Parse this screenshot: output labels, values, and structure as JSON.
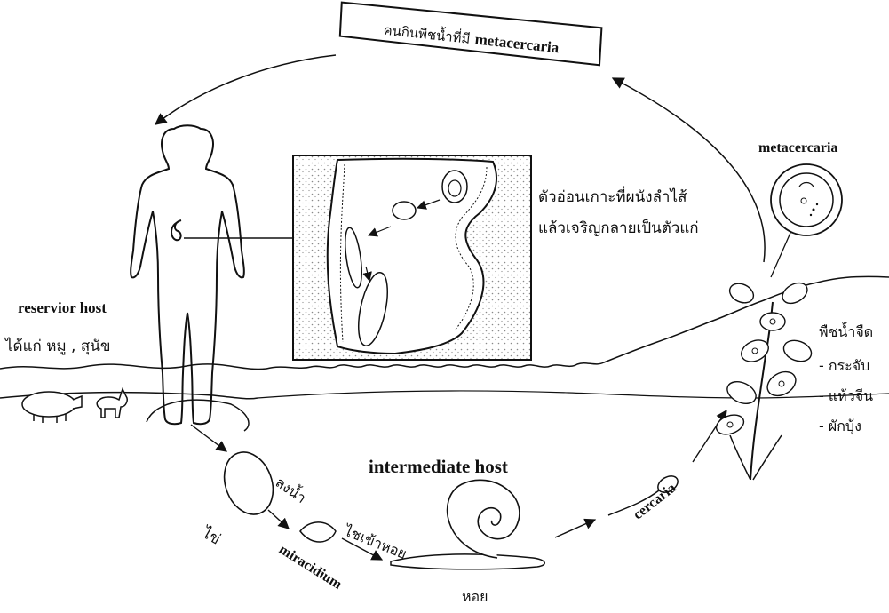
{
  "banner": {
    "thai": "คนกินพืชน้ำที่มี",
    "latin": "metacercaria"
  },
  "labels": {
    "metacercaria": "metacercaria",
    "intestine_note_line1": "ตัวอ่อนเกาะที่ผนังลำไส้",
    "intestine_note_line2": "แล้วเจริญกลายเป็นตัวแก่",
    "reservoir_title": "reservior host",
    "reservoir_examples": "ได้แก่ หมู , สุนัข",
    "plants_title": "พืชน้ำจืด",
    "plant_1": "- กระจับ",
    "plant_2": "- แห้วจีน",
    "plant_3": "- ผักบุ้ง",
    "intermediate_host": "intermediate host",
    "egg": "ไข่",
    "into_water": "ลงน้ำ",
    "miracidium": "miracidium",
    "enters_snail": "ไชเข้าหอย",
    "snail": "หอย",
    "cercaria": "cercaria"
  },
  "colors": {
    "ink": "#111111",
    "paper": "#ffffff",
    "stipple": "#8a8a8a"
  }
}
